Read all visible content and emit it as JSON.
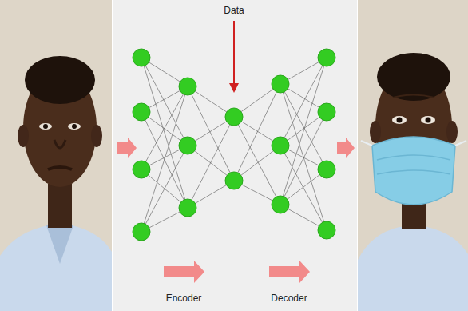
{
  "diagram": {
    "labels": [
      "Data",
      "Encoder",
      "Decoder"
    ]
  }
}
